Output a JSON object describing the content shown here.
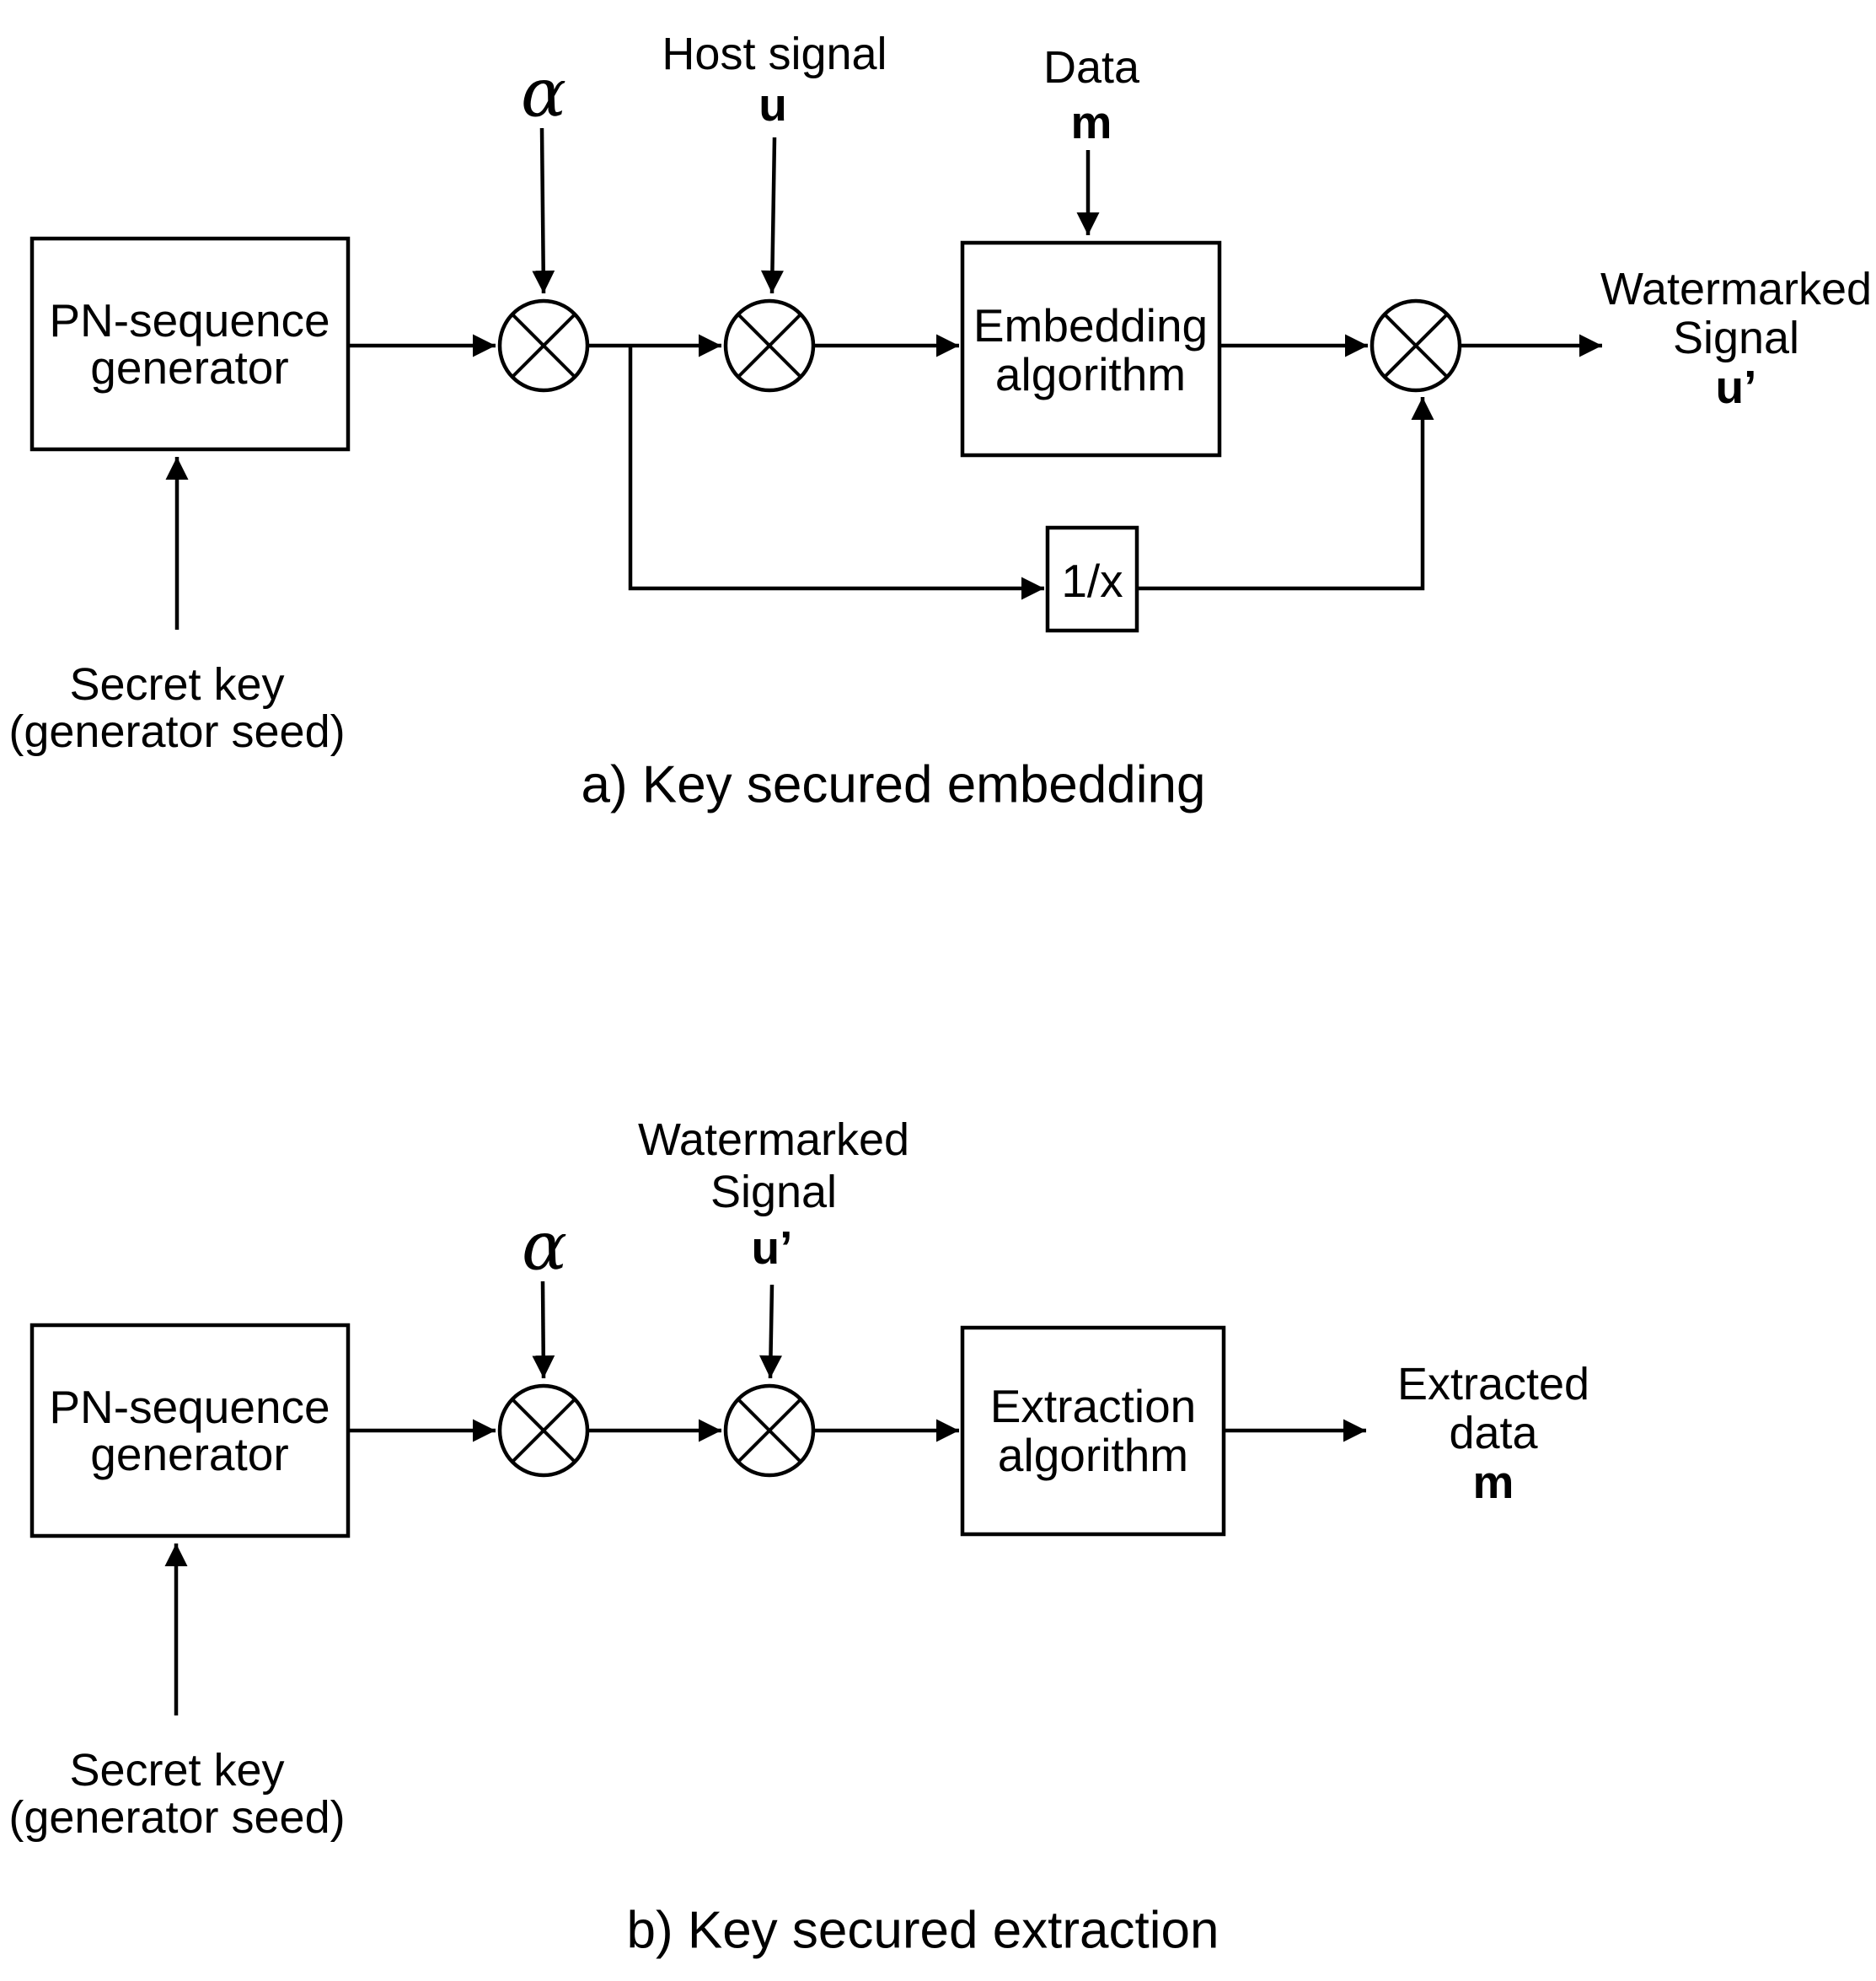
{
  "colors": {
    "ink": "#000000",
    "background": "#ffffff"
  },
  "diagram_a": {
    "caption": "a) Key secured embedding",
    "pn_generator": {
      "line1": "PN-sequence",
      "line2": "generator"
    },
    "alpha_label": "α",
    "host_signal": {
      "line1": "Host signal",
      "line2": "u"
    },
    "data_input": {
      "line1": "Data",
      "line2": "m"
    },
    "embedding_algorithm": {
      "line1": "Embedding",
      "line2": "algorithm"
    },
    "inverse_label": "1/x",
    "watermarked_signal": {
      "line1": "Watermarked",
      "line2": "Signal",
      "line3": "u’"
    },
    "secret_key": {
      "line1": "Secret key",
      "line2": "(generator seed)"
    }
  },
  "diagram_b": {
    "caption": "b) Key secured extraction",
    "pn_generator": {
      "line1": "PN-sequence",
      "line2": "generator"
    },
    "alpha_label": "α",
    "watermarked_signal": {
      "line1": "Watermarked",
      "line2": "Signal",
      "line3": "u’"
    },
    "extraction_algorithm": {
      "line1": "Extraction",
      "line2": "algorithm"
    },
    "extracted_data": {
      "line1": "Extracted",
      "line2": "data",
      "line3": "m"
    },
    "secret_key": {
      "line1": "Secret key",
      "line2": "(generator seed)"
    }
  }
}
